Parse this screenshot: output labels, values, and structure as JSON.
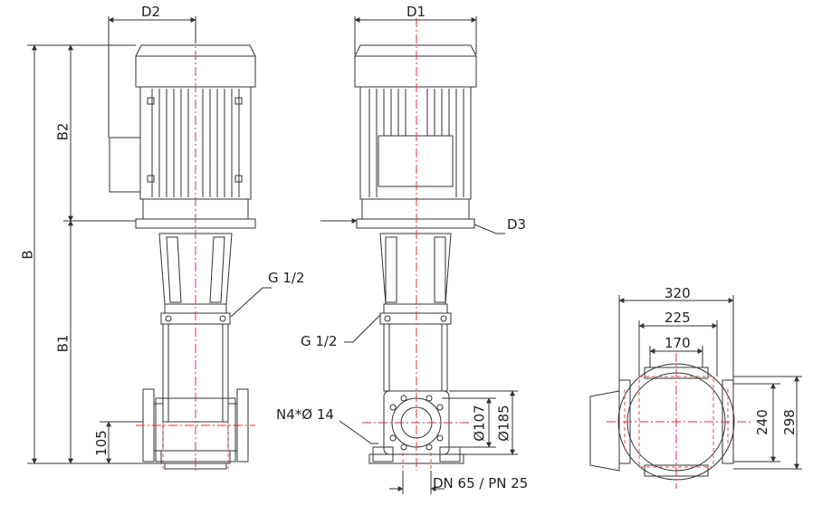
{
  "labels": {
    "D2": "D2",
    "D1": "D1",
    "D3": "D3",
    "B": "B",
    "B1": "B1",
    "B2": "B2",
    "G12_side": "G 1/2",
    "G12_front": "G 1/2",
    "N4": "N4*Ø 14",
    "dn": "DN 65 / PN 25",
    "d105": "105",
    "d107": "Ø107",
    "d185": "Ø185",
    "d320": "320",
    "d225": "225",
    "d170": "170",
    "d240": "240",
    "d298": "298"
  },
  "colors": {
    "line": "#333333",
    "center": "#e0303a",
    "hidden": "#d9534f"
  }
}
